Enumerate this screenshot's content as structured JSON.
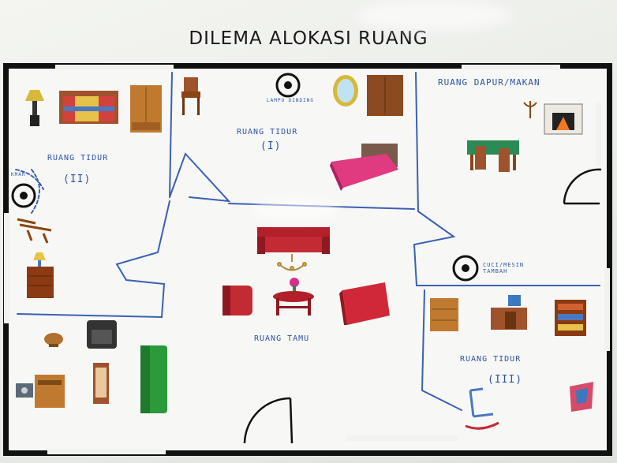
{
  "title": "DILEMA ALOKASI RUANG",
  "rooms": {
    "bedroom_2": "RUANG TIDUR",
    "bedroom_2_num": "(II)",
    "bedroom_1": "RUANG TIDUR",
    "bedroom_1_num": "(I)",
    "kitchen_dining": "RUANG DAPUR/MAKAN",
    "laundry": "CUCI/MESIN TAMBAH",
    "living": "RUANG TAMU",
    "bedroom_3": "RUANG TIDUR",
    "bedroom_3_num": "(III)"
  },
  "markers": {
    "lampu": "LAMPU DINDING",
    "lemari": "KMAR"
  },
  "colors": {
    "ink": "#2e53a8",
    "wall": "#111111",
    "sofa_red": "#b3202a",
    "sofa_green": "#2a9a3a"
  }
}
